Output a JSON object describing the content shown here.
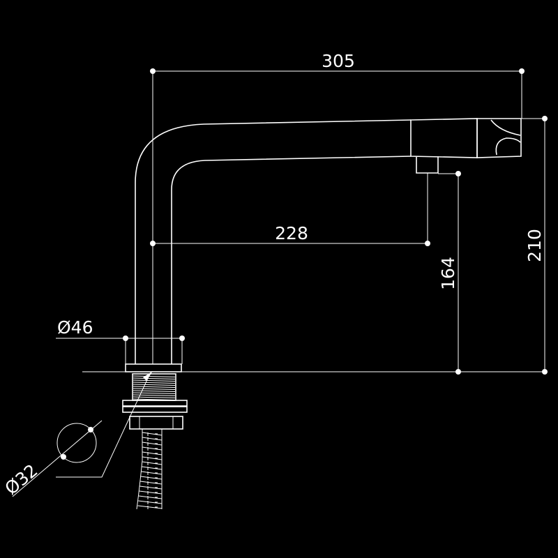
{
  "drawing": {
    "background": "#000000",
    "line_color": "#ffffff",
    "dimensions": {
      "overall_length": "305",
      "spout_reach": "228",
      "spout_height": "164",
      "overall_height": "210",
      "base_diameter": "Ø46",
      "thread_diameter": "Ø32"
    }
  }
}
